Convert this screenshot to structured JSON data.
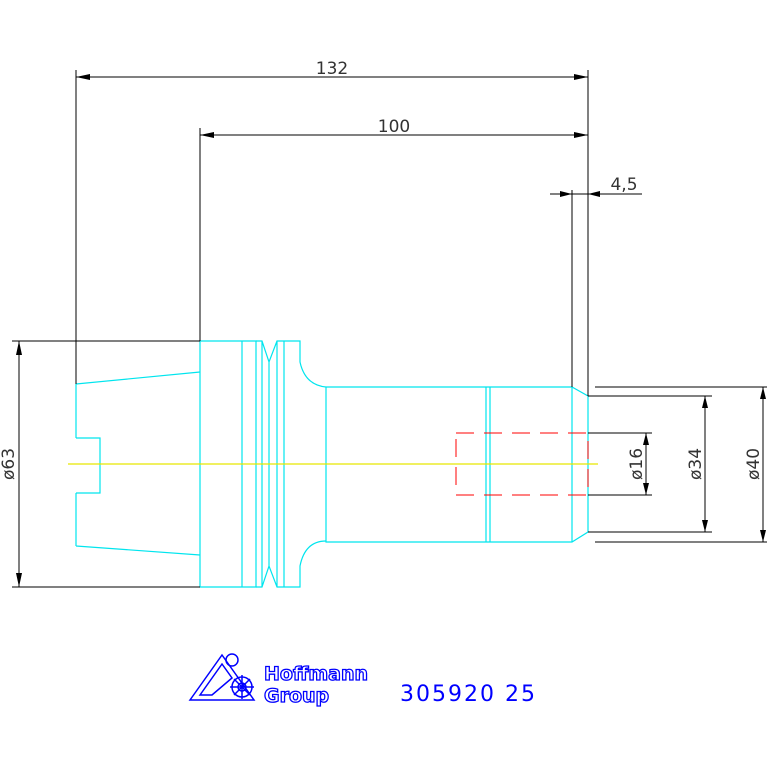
{
  "dimensions": {
    "overall_length": "132",
    "body_length": "100",
    "offset": "4,5",
    "diameter_63": "ø63",
    "diameter_16": "ø16",
    "diameter_34": "ø34",
    "diameter_40": "ø40"
  },
  "logo": {
    "line1": "Hoffmann",
    "line2": "Group"
  },
  "part_number": "305920 25",
  "colors": {
    "outline": "#00e5ee",
    "dimension": "#000000",
    "centerline": "#e6e600",
    "hidden": "#ff0000",
    "brand": "#0000ff"
  }
}
